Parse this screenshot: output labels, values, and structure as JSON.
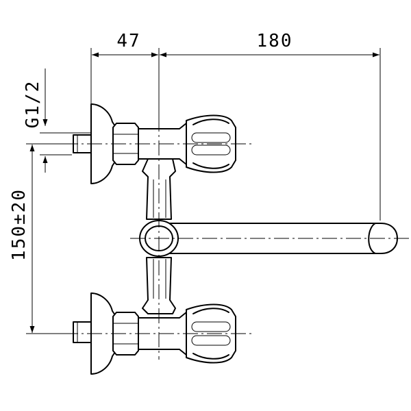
{
  "drawing": {
    "dimensions": {
      "offset": "47",
      "spout_length": "180",
      "thread": "G1/2",
      "centers": "150±20"
    }
  }
}
